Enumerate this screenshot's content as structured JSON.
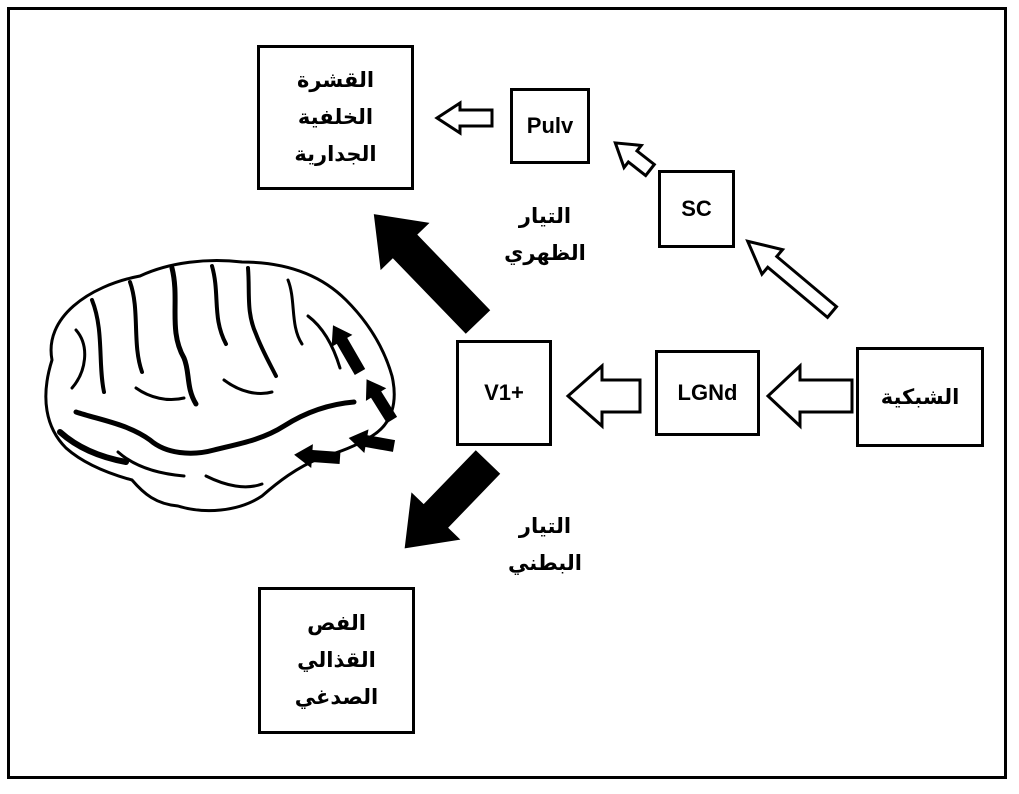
{
  "nodes": {
    "ppc": {
      "lines": [
        "القشرة",
        "الخلفية",
        "الجدارية"
      ]
    },
    "pulv": {
      "label": "Pulv"
    },
    "sc": {
      "label": "SC"
    },
    "v1": {
      "label": "V1+"
    },
    "lgnd": {
      "label": "LGNd"
    },
    "retina": {
      "label": "الشبكية"
    },
    "itc": {
      "lines": [
        "الفص",
        "القذالي",
        "الصدغي"
      ]
    }
  },
  "streams": {
    "dorsal": {
      "lines": [
        "التيار",
        "الظهري"
      ]
    },
    "ventral": {
      "lines": [
        "التيار",
        "البطني"
      ]
    }
  },
  "colors": {
    "ink": "#000000",
    "paper": "#ffffff"
  }
}
